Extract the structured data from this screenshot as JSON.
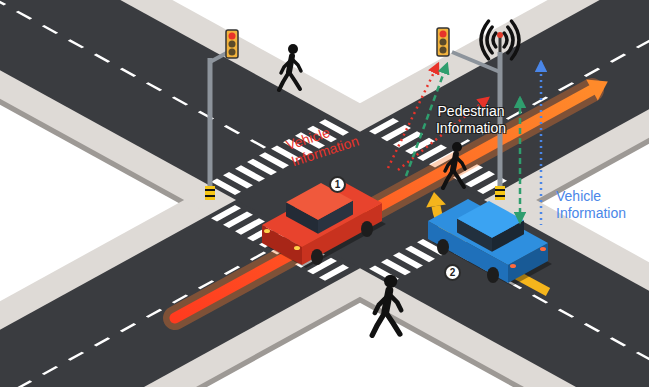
{
  "diagram": {
    "labels": [
      "Pedestrian Information",
      "Vehicle Information",
      "1",
      "Vehicle Information",
      "2"
    ]
  }
}
